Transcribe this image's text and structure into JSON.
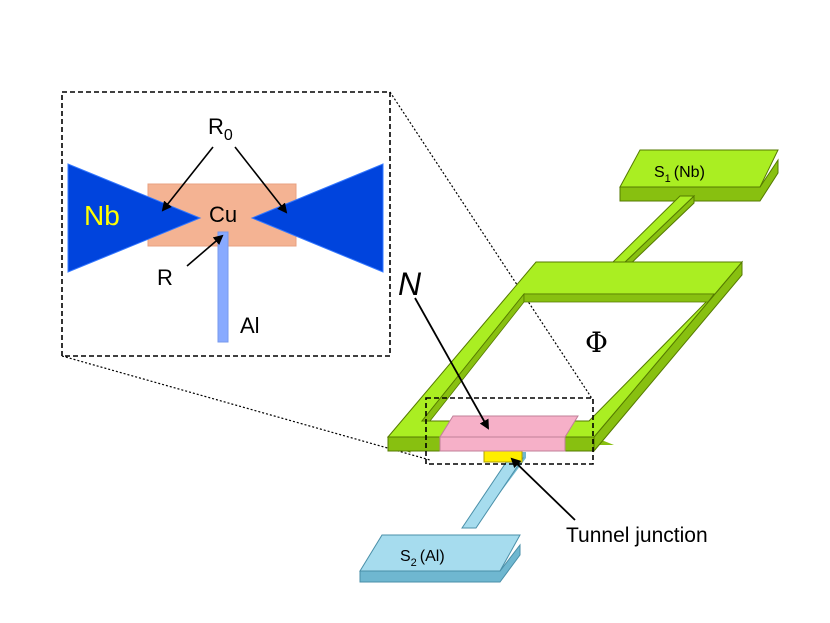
{
  "labels": {
    "r0_base": "R",
    "r0_sub": "0",
    "cu": "Cu",
    "nb": "Nb",
    "r": "R",
    "al": "Al",
    "n": "N",
    "phi": "Φ",
    "s1_base": "S",
    "s1_sub": "1",
    "s1_rest": "(Nb)",
    "s2_base": "S",
    "s2_sub": "2",
    "s2_rest": "(Al)",
    "tunnel": "Tunnel junction"
  },
  "colors": {
    "niobium": "#0044dd",
    "niobium_label": "#ffff00",
    "copper": "#f4b393",
    "aluminum_wire": "#88aaff",
    "loop": "#aaee22",
    "loop_dark": "#88c010",
    "normal_metal": "#f6b0c8",
    "s2_pad": "#a6dcee",
    "junction": "#ffee00"
  }
}
